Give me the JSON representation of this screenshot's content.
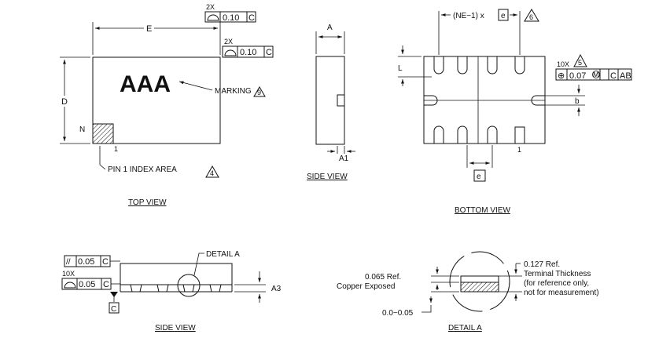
{
  "top_view": {
    "title": "TOP VIEW",
    "dim_e": "E",
    "dim_d": "D",
    "dim_n": "N",
    "pin_one": "1",
    "marking_text": "AAA",
    "marking_label": "MARKING",
    "marking_note": "9",
    "pin1_label": "PIN 1 INDEX AREA",
    "pin1_note": "4",
    "fcf_top": {
      "count": "2X",
      "value": "0.10",
      "datum": "C"
    },
    "fcf_right": {
      "count": "2X",
      "value": "0.10",
      "datum": "C"
    }
  },
  "side_view_a": {
    "title": "SIDE VIEW",
    "dim_a": "A",
    "dim_a1": "A1"
  },
  "bottom_view": {
    "title": "BOTTOM VIEW",
    "pitch_label": "(NE−1) x",
    "pitch_box": "e",
    "pitch_note": "6",
    "dim_l": "L",
    "dim_b": "b",
    "dim_e": "e",
    "pin_one": "1",
    "fcf": {
      "count": "10X",
      "note": "5",
      "symbol": "⊕",
      "value": "0.07",
      "modifier": "M",
      "datum1": "C",
      "datum2": "AB"
    }
  },
  "side_view_b": {
    "title": "SIDE VIEW",
    "detail_label": "DETAIL A",
    "dim_a3": "A3",
    "datum_c": "C",
    "fcf_parallel": {
      "symbol": "//",
      "value": "0.05",
      "datum": "C"
    },
    "fcf_profile": {
      "count": "10X",
      "value": "0.05",
      "datum": "C"
    }
  },
  "detail_a": {
    "title": "DETAIL A",
    "copper_value": "0.065 Ref.",
    "copper_label": "Copper Exposed",
    "terminal_value": "0.127 Ref.",
    "terminal_label": "Terminal Thickness",
    "terminal_note1": "(for reference only,",
    "terminal_note2": "not for measurement)",
    "range_label": "0.0−0.05"
  }
}
